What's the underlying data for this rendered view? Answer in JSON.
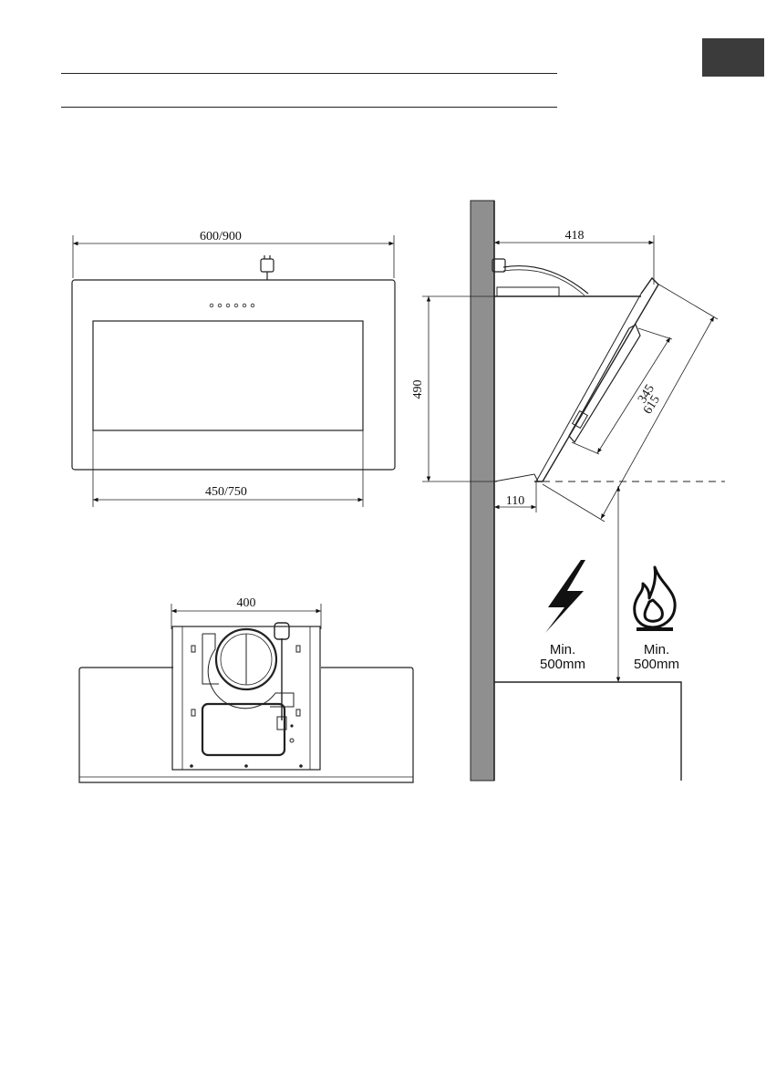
{
  "front_view": {
    "width_label": "600/900",
    "inner_width_label": "450/750"
  },
  "top_view": {
    "width_label": "400"
  },
  "side_view": {
    "depth_label": "418",
    "height_label": "490",
    "filter_label": "345",
    "panel_label": "615",
    "offset_label": "110"
  },
  "clearance": {
    "electric": {
      "icon": "lightning-icon",
      "line1": "Min.",
      "line2": "500mm"
    },
    "gas": {
      "icon": "flame-icon",
      "line1": "Min.",
      "line2": "500mm"
    }
  },
  "colors": {
    "wall": "#8f8f8f",
    "tab": "#3b3b3b",
    "line": "#222222"
  }
}
